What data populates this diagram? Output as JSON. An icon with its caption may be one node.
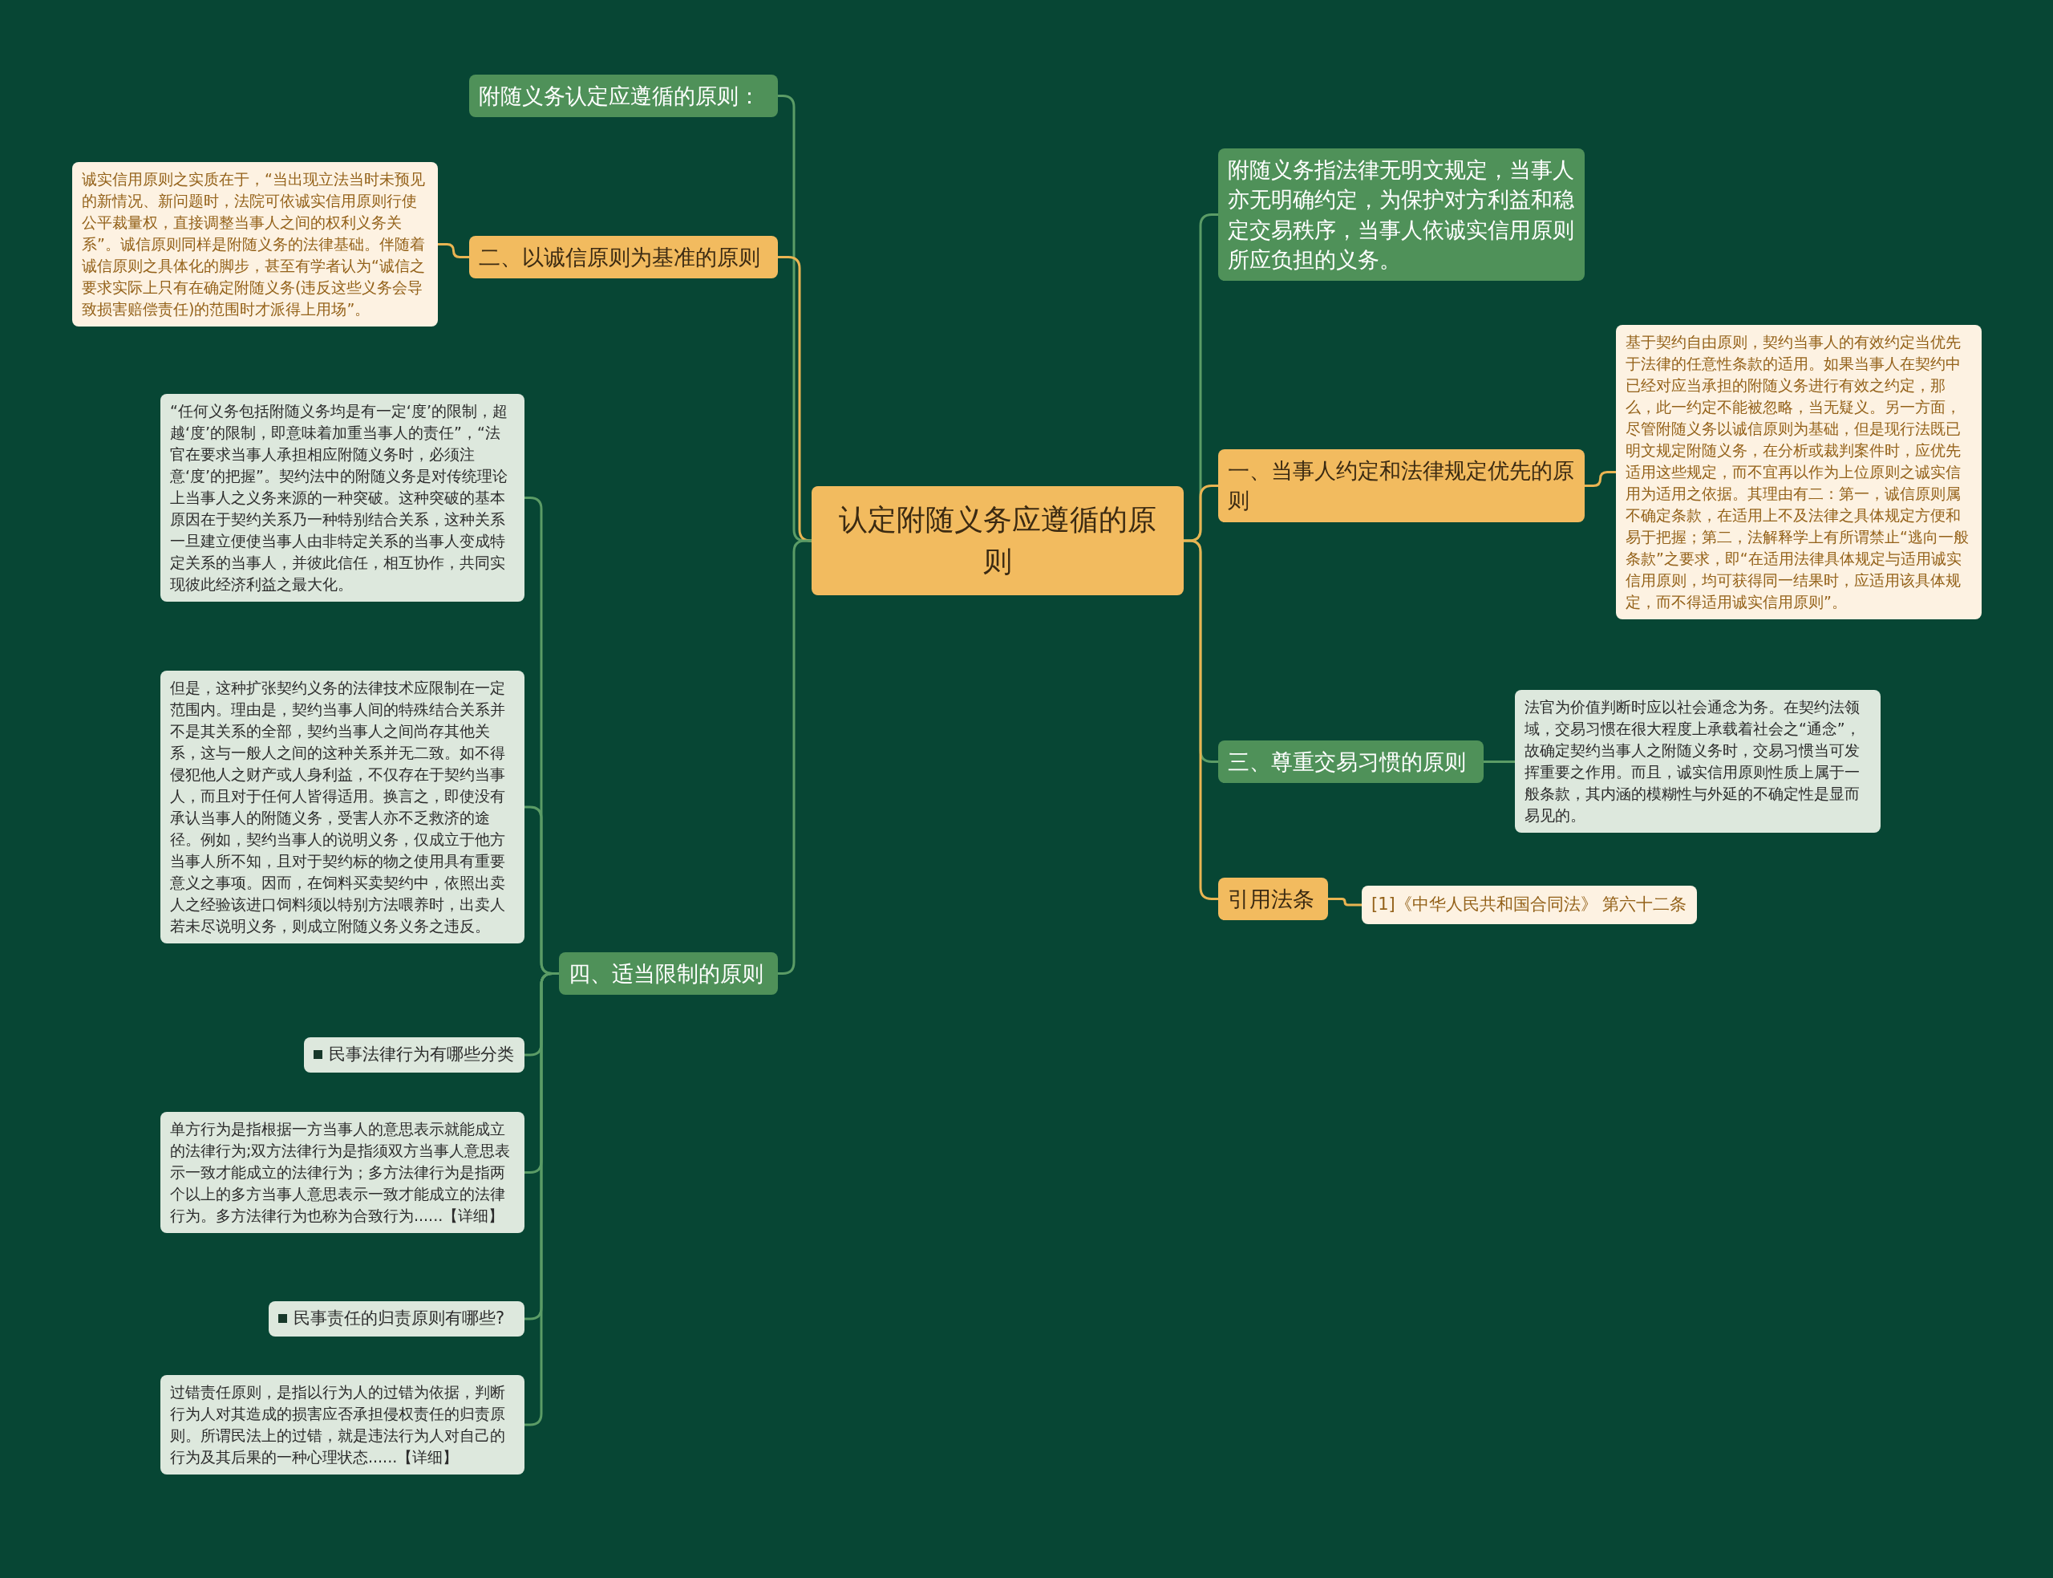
{
  "diagram": {
    "nodes": [
      {
        "text": [
          "认定附随义务应遵循的原则"
        ]
      },
      {
        "text": [
          "附随义务认定应遵循的原则："
        ]
      },
      {
        "text": [
          "二、以诚信原则为基准的原则"
        ]
      },
      {
        "text": [
          "诚实信用原则之实质在于，“当出现立法当时未预见的新情况、新问题时，法院可依诚实信用原则行使公平裁量权，直接调整当事人之间的权利义务关系”。诚信原则同样是附随义务的法律基础。伴随着诚信原则之具体化的脚步，甚至有学者认为“诚信之要求实际上只有在确定附随义务(违反这些义务会导致损害赔偿责任)的范围时才派得上用场”。"
        ]
      },
      {
        "text": [
          "四、适当限制的原则"
        ]
      },
      {
        "text": [
          "“任何义务包括附随义务均是有一定‘度’的限制，超越‘度’的限制，即意味着加重当事人的责任”，“法官在要求当事人承担相应附随义务时，必须注意‘度’的把握”。契约法中的附随义务是对传统理论上当事人之义务来源的一种突破。这种突破的基本原因在于契约关系乃一种特别结合关系，这种关系一旦建立便使当事人由非特定关系的当事人变成特定关系的当事人，并彼此信任，相互协作，共同实现彼此经济利益之最大化。"
        ]
      },
      {
        "text": [
          "但是，这种扩张契约义务的法律技术应限制在一定范围内。理由是，契约当事人间的特殊结合关系并不是其关系的全部，契约当事人之间尚存其他关系，这与一般人之间的这种关系并无二致。如不得侵犯他人之财产或人身利益，不仅存在于契约当事人，而且对于任何人皆得适用。换言之，即使没有承认当事人的附随义务，受害人亦不乏救济的途径。例如，契约当事人的说明义务，仅成立于他方当事人所不知，且对于契约标的物之使用具有重要意义之事项。因而，在饲料买卖契约中，依照出卖人之经验该进口饲料须以特别方法喂养时，出卖人若未尽说明义务，则成立附随义务义务之违反。"
        ]
      },
      {
        "text": [
          "民事法律行为有哪些分类"
        ]
      },
      {
        "text": [
          "单方行为是指根据一方当事人的意思表示就能成立的法律行为;双方法律行为是指须双方当事人意思表示一致才能成立的法律行为；多方法律行为是指两个以上的多方当事人意思表示一致才能成立的法律行为。多方法律行为也称为合致行为......【详细】"
        ]
      },
      {
        "text": [
          "民事责任的归责原则有哪些?"
        ]
      },
      {
        "text": [
          "过错责任原则，是指以行为人的过错为依据，判断行为人对其造成的损害应否承担侵权责任的归责原则。所谓民法上的过错，就是违法行为人对自己的行为及其后果的一种心理状态......【详细】"
        ]
      },
      {
        "text": [
          "附随义务指法律无明文规定，当事人亦无明确约定，为保护对方利益和稳定交易秩序，当事人依诚实信用原则所应负担的义务。"
        ]
      },
      {
        "text": [
          "一、当事人约定和法律规定优先的原则"
        ]
      },
      {
        "text": [
          "基于契约自由原则，契约当事人的有效约定当优先于法律的任意性条款的适用。如果当事人在契约中已经对应当承担的附随义务进行有效之约定，那么，此一约定不能被忽略，当无疑义。另一方面，尽管附随义务以诚信原则为基础，但是现行法既已明文规定附随义务，在分析或裁判案件时，应优先适用这些规定，而不宜再以作为上位原则之诚实信用为适用之依据。其理由有二：第一，诚信原则属不确定条款，在适用上不及法律之具体规定方便和易于把握；第二，法解释学上有所谓禁止“逃向一般条款”之要求，即“在适用法律具体规定与适用诚实信用原则，均可获得同一结果时，应适用该具体规定，而不得适用诚实信用原则”。"
        ]
      },
      {
        "text": [
          "三、尊重交易习惯的原则"
        ]
      },
      {
        "text": [
          "法官为价值判断时应以社会通念为务。在契约法领域，交易习惯在很大程度上承载着社会之“通念”，故确定契约当事人之附随义务时，交易习惯当可发挥重要之作用。而且，诚实信用原则性质上属于一般条款，其内涵的模糊性与外延的不确定性是显而易见的。"
        ]
      },
      {
        "text": [
          "引用法条"
        ]
      },
      {
        "text": [
          "[1]《中华人民共和国合同法》 第六十二条"
        ]
      }
    ],
    "edges": [
      {
        "from": 0,
        "to": 1,
        "arrow": "none"
      },
      {
        "from": 0,
        "to": 2,
        "arrow": "none",
        "color": "#e9b452"
      },
      {
        "from": 2,
        "to": 3,
        "arrow": "none",
        "color": "#e9b452"
      },
      {
        "from": 0,
        "to": 4,
        "arrow": "none"
      },
      {
        "from": 4,
        "to": 5,
        "arrow": "none"
      },
      {
        "from": 4,
        "to": 6,
        "arrow": "none"
      },
      {
        "from": 4,
        "to": 7,
        "arrow": "none"
      },
      {
        "from": 4,
        "to": 8,
        "arrow": "none"
      },
      {
        "from": 4,
        "to": 9,
        "arrow": "none"
      },
      {
        "from": 4,
        "to": 10,
        "arrow": "none"
      },
      {
        "from": 0,
        "to": 11,
        "arrow": "none"
      },
      {
        "from": 0,
        "to": 12,
        "arrow": "none",
        "color": "#e9b452"
      },
      {
        "from": 12,
        "to": 13,
        "arrow": "none",
        "color": "#e9b452"
      },
      {
        "from": 0,
        "to": 14,
        "arrow": "none"
      },
      {
        "from": 14,
        "to": 15,
        "arrow": "none"
      },
      {
        "from": 0,
        "to": 16,
        "arrow": "none",
        "color": "#e9b452"
      },
      {
        "from": 16,
        "to": 17,
        "arrow": "none",
        "color": "#e9b452"
      }
    ]
  }
}
